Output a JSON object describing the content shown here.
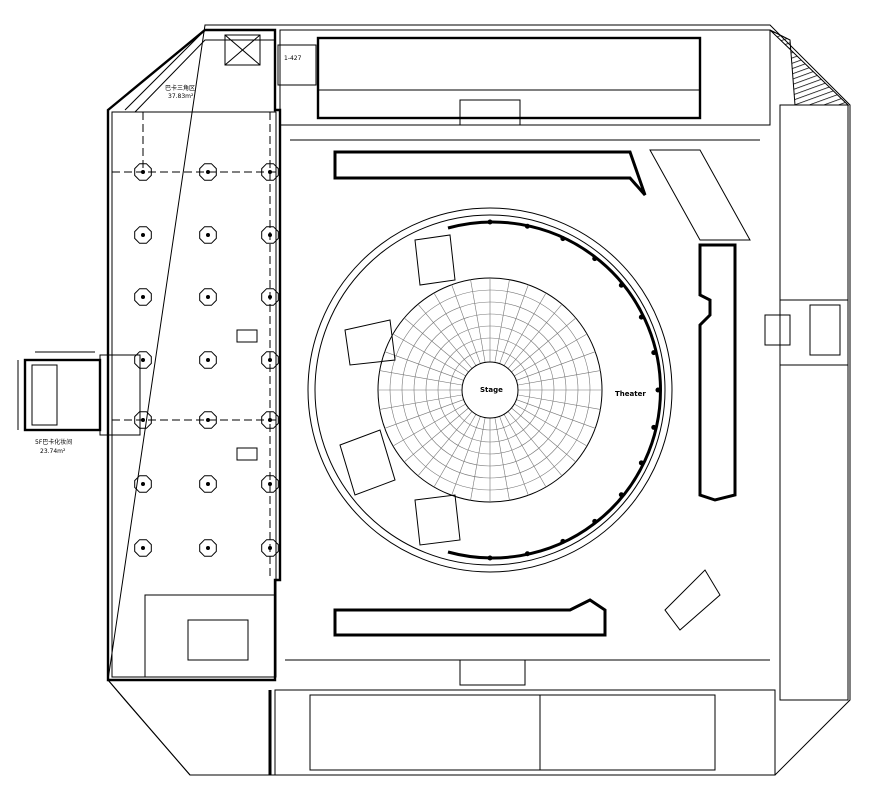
{
  "plan": {
    "stage_label": "Stage",
    "theater_label": "Theater",
    "room_number": "1-427",
    "backstage_triangle": {
      "name": "巴卡三角区",
      "area": "37.83m²"
    },
    "dressing_room": {
      "name": "5F巴卡化妆间",
      "area": "23.74m²"
    }
  },
  "colors": {
    "line": "#000000",
    "grid": "#777777",
    "background": "#ffffff"
  }
}
